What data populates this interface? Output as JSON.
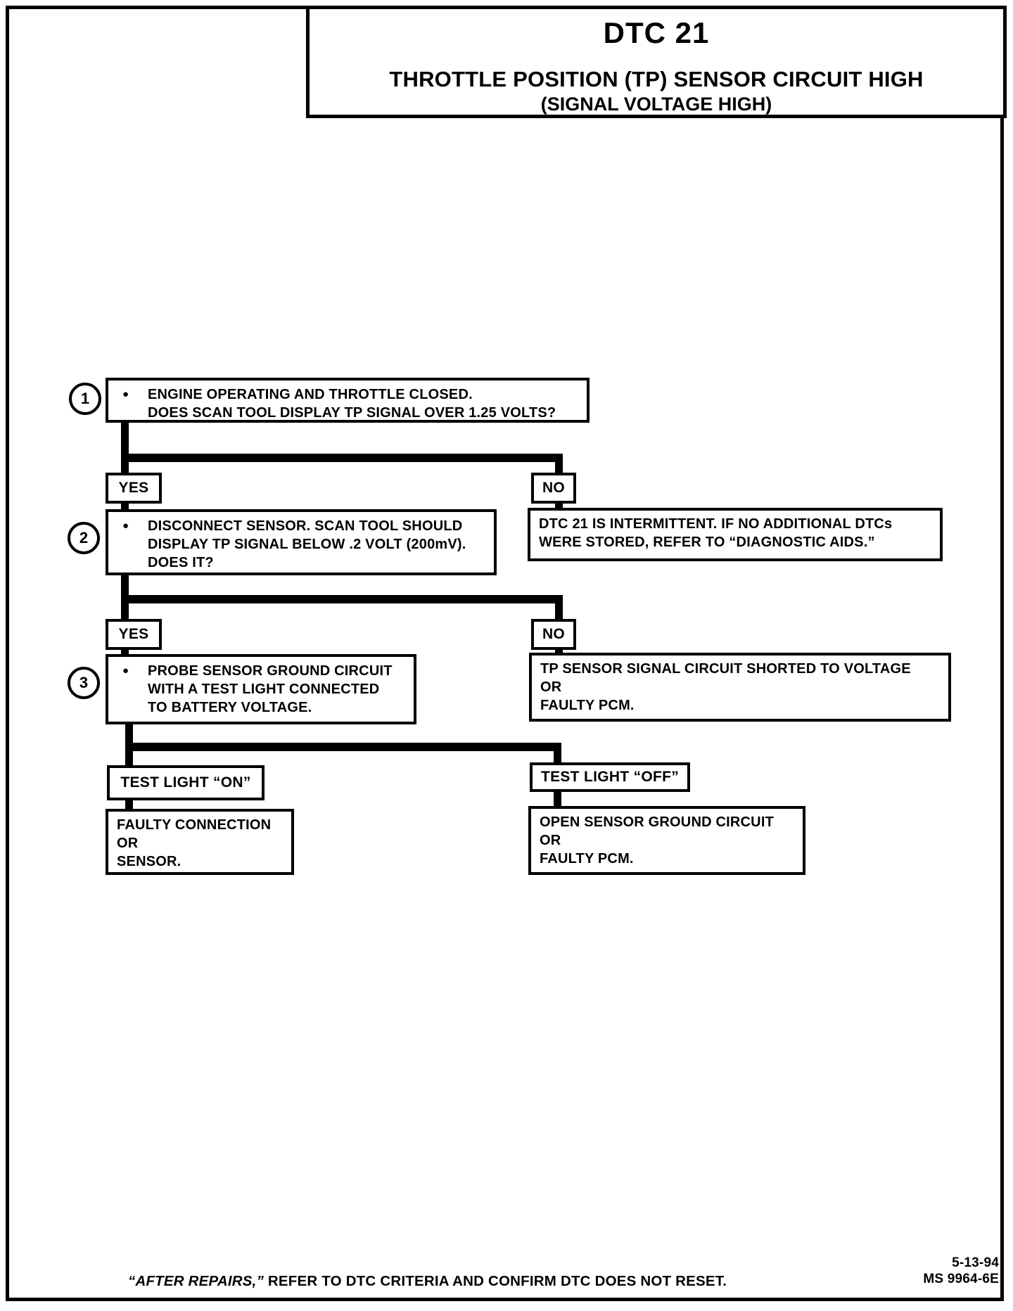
{
  "title_box": {
    "code": "DTC 21",
    "title": "THROTTLE POSITION (TP) SENSOR CIRCUIT HIGH",
    "subtitle": "(SIGNAL VOLTAGE HIGH)"
  },
  "flowchart": {
    "steps": [
      {
        "number": "1",
        "bullet": "●",
        "lines": [
          "ENGINE OPERATING AND THROTTLE CLOSED.",
          "DOES SCAN TOOL DISPLAY TP SIGNAL OVER 1.25 VOLTS?"
        ]
      },
      {
        "number": "2",
        "bullet": "●",
        "lines": [
          "DISCONNECT SENSOR. SCAN TOOL SHOULD",
          "DISPLAY TP SIGNAL BELOW .2 VOLT (200mV).",
          "DOES IT?"
        ]
      },
      {
        "number": "3",
        "bullet": "●",
        "lines": [
          "PROBE SENSOR GROUND CIRCUIT",
          "WITH A TEST LIGHT CONNECTED",
          "TO BATTERY VOLTAGE."
        ]
      }
    ],
    "decisions": {
      "yes1": "YES",
      "no1": "NO",
      "yes2": "YES",
      "no2": "NO",
      "test_on": "TEST LIGHT “ON”",
      "test_off": "TEST LIGHT “OFF”"
    },
    "results": {
      "intermittent": {
        "lines": [
          "DTC 21 IS INTERMITTENT.  IF NO ADDITIONAL DTCs",
          "WERE STORED, REFER TO “DIAGNOSTIC AIDS.”"
        ]
      },
      "shorted": {
        "lines": [
          "TP SENSOR SIGNAL CIRCUIT SHORTED TO VOLTAGE",
          "OR",
          "FAULTY PCM."
        ]
      },
      "faulty_connection": {
        "lines": [
          "FAULTY CONNECTION",
          "OR",
          "SENSOR."
        ]
      },
      "open_ground": {
        "lines": [
          "OPEN SENSOR GROUND CIRCUIT",
          "OR",
          "FAULTY PCM."
        ]
      }
    }
  },
  "footer": {
    "note_italic": "“AFTER REPAIRS,”",
    "note_rest": " REFER TO DTC CRITERIA AND CONFIRM DTC DOES NOT RESET.",
    "date": "5-13-94",
    "doc_code": "MS 9964-6E"
  },
  "colors": {
    "ink": "#000000",
    "paper": "#ffffff"
  }
}
